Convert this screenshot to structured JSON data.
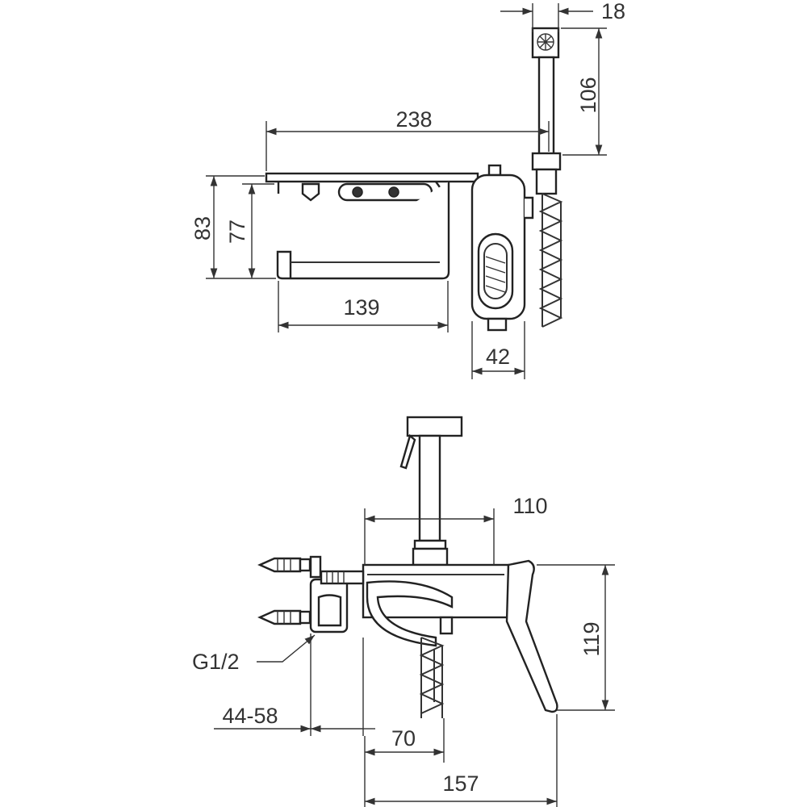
{
  "title": "Bidet mixer with paper holder - dimension drawing",
  "top_view": {
    "dim_handset_width": "18",
    "dim_handset_height": "106",
    "dim_total_width": "238",
    "dim_total_height": "83",
    "dim_holder_height": "77",
    "dim_holder_width": "139",
    "dim_mixer_width": "42"
  },
  "side_view": {
    "dim_shower_offset": "110",
    "dim_height": "119",
    "thread_label": "G1/2",
    "dim_eccentric_range": "44-58",
    "dim_spout": "70",
    "dim_total_depth": "157"
  }
}
